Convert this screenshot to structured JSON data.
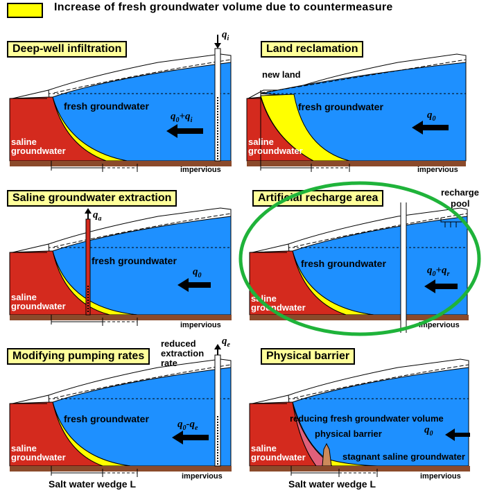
{
  "legend": {
    "text": "Increase of fresh groundwater volume due to countermeasure",
    "color": "#ffff00"
  },
  "colors": {
    "fresh": "#1e90ff",
    "saline": "#d42a1e",
    "increase": "#ffff00",
    "impervious": "#8b4a2b",
    "circle": "#1fb33a"
  },
  "panels": {
    "deep_well": {
      "title": "Deep-well infiltration",
      "fresh": "fresh groundwater",
      "saline": "saline",
      "saline2": "groundwater",
      "impervious": "impervious",
      "q": "q",
      "q_sub": "0",
      "q_op": "+q",
      "q_sub2": "i",
      "well_q": "q",
      "well_sub": "i"
    },
    "land_reclamation": {
      "title": "Land reclamation",
      "new_land": "new land",
      "fresh": "fresh groundwater",
      "saline": "saline",
      "saline2": "groundwater",
      "impervious": "impervious",
      "q": "q",
      "q_sub": "0"
    },
    "saline_extraction": {
      "title": "Saline groundwater extraction",
      "fresh": "fresh groundwater",
      "saline": "saline",
      "saline2": "groundwater",
      "impervious": "impervious",
      "q": "q",
      "q_sub": "0",
      "well_q": "q",
      "well_sub": "a"
    },
    "artificial_recharge": {
      "title": "Artificial recharge area",
      "recharge": "recharge",
      "pool": "pool",
      "fresh": "fresh groundwater",
      "saline": "saline",
      "saline2": "groundwater",
      "impervious": "impervious",
      "q": "q",
      "q_sub": "0",
      "q_op": "+q",
      "q_sub2": "r"
    },
    "pumping": {
      "title": "Modifying pumping rates",
      "reduced1": "reduced",
      "reduced2": "extraction",
      "reduced3": "rate",
      "fresh": "fresh groundwater",
      "saline": "saline",
      "saline2": "groundwater",
      "impervious": "impervious",
      "q": "q",
      "q_sub": "0",
      "q_op": "-q",
      "q_sub2": "e",
      "well_q": "q",
      "well_sub": "e",
      "wedge": "Salt water wedge",
      "wedge_L": "L"
    },
    "physical_barrier": {
      "title": "Physical barrier",
      "reducing": "reducing fresh groundwater volume",
      "barrier": "physical barrier",
      "stagnant": "stagnant saline groundwater",
      "saline": "saline",
      "saline2": "groundwater",
      "impervious": "impervious",
      "q": "q",
      "q_sub": "0",
      "wedge": "Salt water wedge",
      "wedge_L": "L"
    }
  }
}
